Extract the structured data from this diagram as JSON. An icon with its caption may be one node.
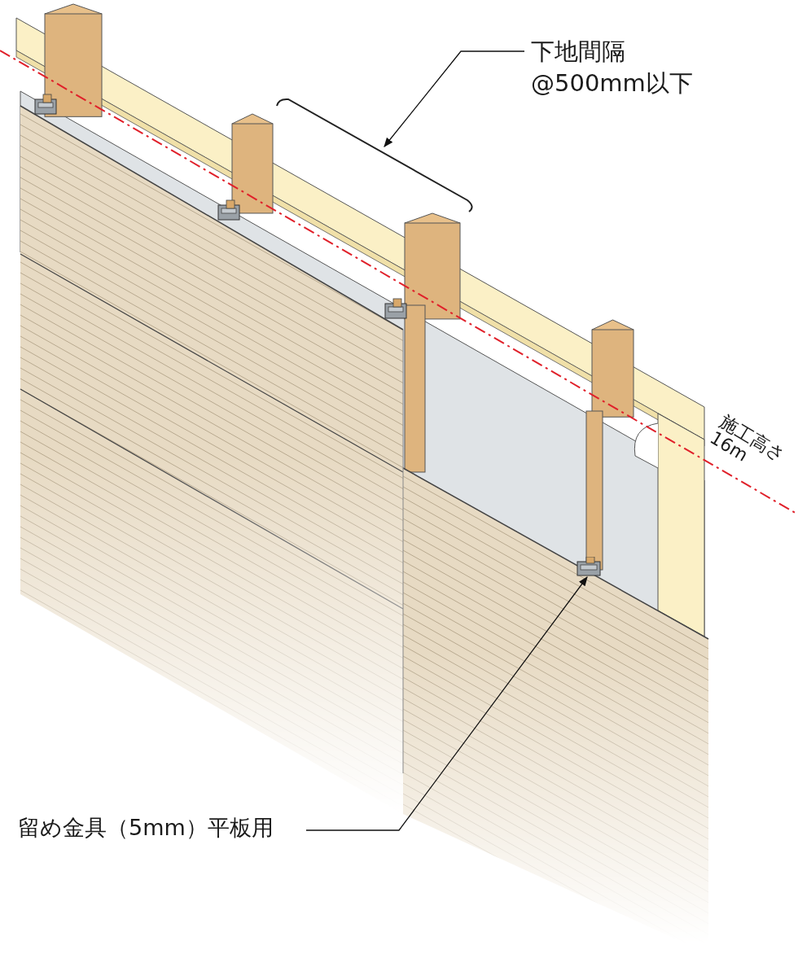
{
  "diagram": {
    "nodes": [
      {
        "text": [
          "下地間隔@500mm以下"
        ]
      },
      {
        "text": [],
        "shape": "bracket"
      },
      {
        "text": [
          "留め金具（5mm）平板用"
        ]
      },
      {
        "text": [],
        "shape": "picture"
      }
    ],
    "edges": [
      {
        "from": 0,
        "to": 1,
        "arrow": "to"
      },
      {
        "from": 2,
        "to": 3,
        "arrow": "to"
      }
    ],
    "labels": [
      "施工高さ16m"
    ]
  }
}
